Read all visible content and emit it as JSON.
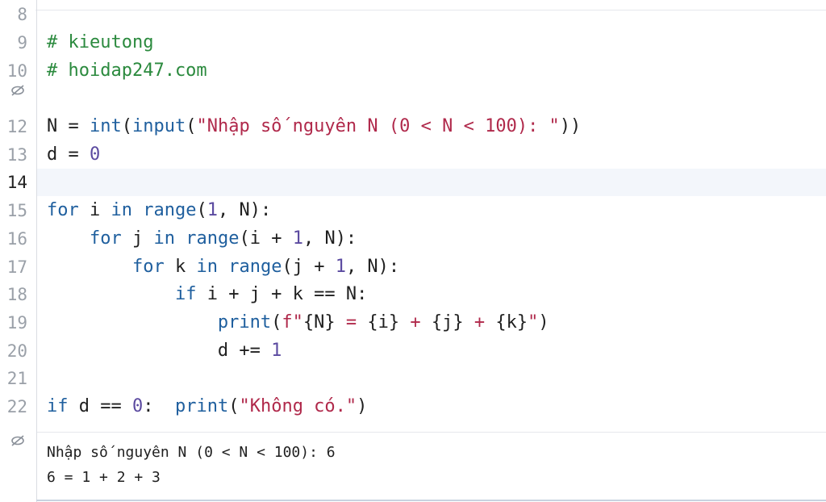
{
  "editor": {
    "partial_line_number": "8",
    "lines": [
      {
        "number": "9",
        "tokens": [
          {
            "t": "# kieutong",
            "c": "cm"
          }
        ]
      },
      {
        "number": "10",
        "tokens": [
          {
            "t": "# hoidap247.com",
            "c": "cm"
          }
        ]
      },
      {
        "number": "12",
        "tokens": [
          {
            "t": "N = ",
            "c": ""
          },
          {
            "t": "int",
            "c": "fn"
          },
          {
            "t": "(",
            "c": ""
          },
          {
            "t": "input",
            "c": "fn"
          },
          {
            "t": "(",
            "c": ""
          },
          {
            "t": "\"Nhập số nguyên N (0 < N < 100): \"",
            "c": "st"
          },
          {
            "t": "))",
            "c": ""
          }
        ]
      },
      {
        "number": "13",
        "tokens": [
          {
            "t": "d = ",
            "c": ""
          },
          {
            "t": "0",
            "c": "nm"
          }
        ]
      },
      {
        "number": "14",
        "tokens": [],
        "active": true
      },
      {
        "number": "15",
        "tokens": [
          {
            "t": "for",
            "c": "kw"
          },
          {
            "t": " i ",
            "c": ""
          },
          {
            "t": "in",
            "c": "kw"
          },
          {
            "t": " ",
            "c": ""
          },
          {
            "t": "range",
            "c": "fn"
          },
          {
            "t": "(",
            "c": ""
          },
          {
            "t": "1",
            "c": "nm"
          },
          {
            "t": ", N):",
            "c": ""
          }
        ]
      },
      {
        "number": "16",
        "tokens": [
          {
            "t": "    ",
            "c": ""
          },
          {
            "t": "for",
            "c": "kw"
          },
          {
            "t": " j ",
            "c": ""
          },
          {
            "t": "in",
            "c": "kw"
          },
          {
            "t": " ",
            "c": ""
          },
          {
            "t": "range",
            "c": "fn"
          },
          {
            "t": "(i + ",
            "c": ""
          },
          {
            "t": "1",
            "c": "nm"
          },
          {
            "t": ", N):",
            "c": ""
          }
        ]
      },
      {
        "number": "17",
        "tokens": [
          {
            "t": "        ",
            "c": ""
          },
          {
            "t": "for",
            "c": "kw"
          },
          {
            "t": " k ",
            "c": ""
          },
          {
            "t": "in",
            "c": "kw"
          },
          {
            "t": " ",
            "c": ""
          },
          {
            "t": "range",
            "c": "fn"
          },
          {
            "t": "(j + ",
            "c": ""
          },
          {
            "t": "1",
            "c": "nm"
          },
          {
            "t": ", N):",
            "c": ""
          }
        ]
      },
      {
        "number": "18",
        "tokens": [
          {
            "t": "            ",
            "c": ""
          },
          {
            "t": "if",
            "c": "kw"
          },
          {
            "t": " i + j + k == N:",
            "c": ""
          }
        ]
      },
      {
        "number": "19",
        "tokens": [
          {
            "t": "                ",
            "c": ""
          },
          {
            "t": "print",
            "c": "fn"
          },
          {
            "t": "(",
            "c": ""
          },
          {
            "t": "f\"",
            "c": "st"
          },
          {
            "t": "{N}",
            "c": ""
          },
          {
            "t": " = ",
            "c": "op"
          },
          {
            "t": "{i}",
            "c": ""
          },
          {
            "t": " + ",
            "c": "op"
          },
          {
            "t": "{j}",
            "c": ""
          },
          {
            "t": " + ",
            "c": "op"
          },
          {
            "t": "{k}",
            "c": ""
          },
          {
            "t": "\"",
            "c": "st"
          },
          {
            "t": ")",
            "c": ""
          }
        ]
      },
      {
        "number": "20",
        "tokens": [
          {
            "t": "                d += ",
            "c": ""
          },
          {
            "t": "1",
            "c": "nm"
          }
        ]
      },
      {
        "number": "21",
        "tokens": []
      },
      {
        "number": "22",
        "tokens": [
          {
            "t": "if",
            "c": "kw"
          },
          {
            "t": " d == ",
            "c": ""
          },
          {
            "t": "0",
            "c": "nm"
          },
          {
            "t": ":  ",
            "c": ""
          },
          {
            "t": "print",
            "c": "fn"
          },
          {
            "t": "(",
            "c": ""
          },
          {
            "t": "\"Không có.\"",
            "c": "st"
          },
          {
            "t": ")",
            "c": ""
          }
        ]
      }
    ]
  },
  "output": {
    "lines": [
      "Nhập số nguyên N (0 < N < 100): 6",
      "6 = 1 + 2 + 3"
    ]
  },
  "icons": {
    "fold_collapsed": "eye-slash-icon",
    "output_toggle": "eye-slash-icon"
  },
  "colors": {
    "comment": "#2b8a3e",
    "keyword": "#1f5f9e",
    "string": "#b0294b",
    "number": "#5b4aa0"
  }
}
